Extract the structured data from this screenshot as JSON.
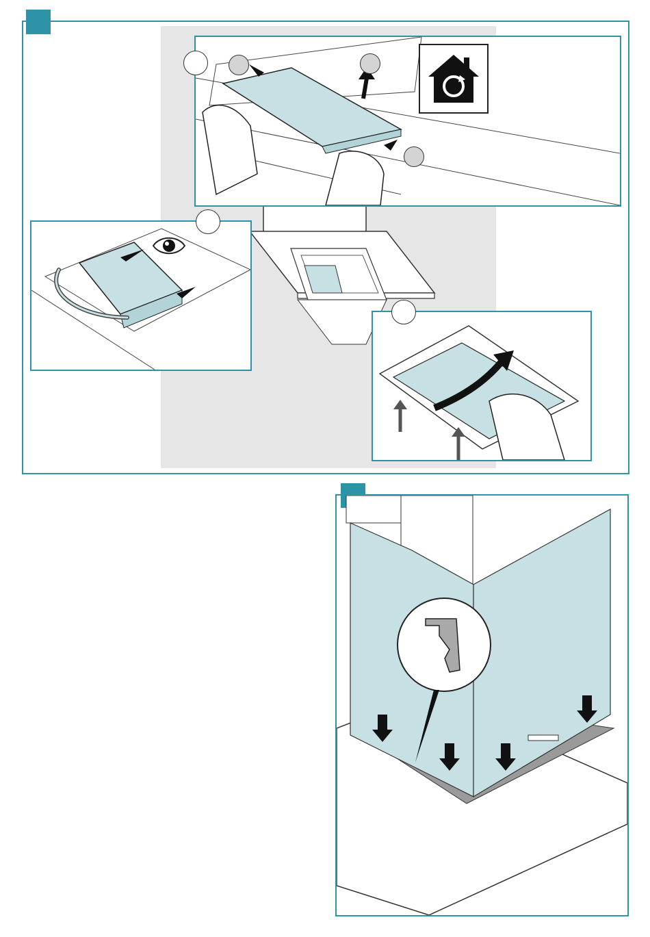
{
  "colors": {
    "frame": "#2e93a6",
    "accent_fill": "#c6e0e3",
    "line": "#333333",
    "background_grey": "#e6e6e6",
    "gasket": "#9a9a9a"
  },
  "icons": {
    "step_badge": "teal-square-step-marker",
    "home_service": "house-with-refresh-arrow-icon",
    "inspect": "eye-icon",
    "seal_detail": "gasket-profile-magnifier-icon"
  },
  "top_panel": {
    "markers": [
      "callout-circle",
      "callout-circle",
      "callout-circle",
      "callout-circle",
      "callout-circle",
      "callout-circle"
    ]
  },
  "bottom_panel": {
    "arrows": [
      "down-arrow",
      "down-arrow",
      "down-arrow",
      "down-arrow",
      "down-arrow"
    ]
  }
}
